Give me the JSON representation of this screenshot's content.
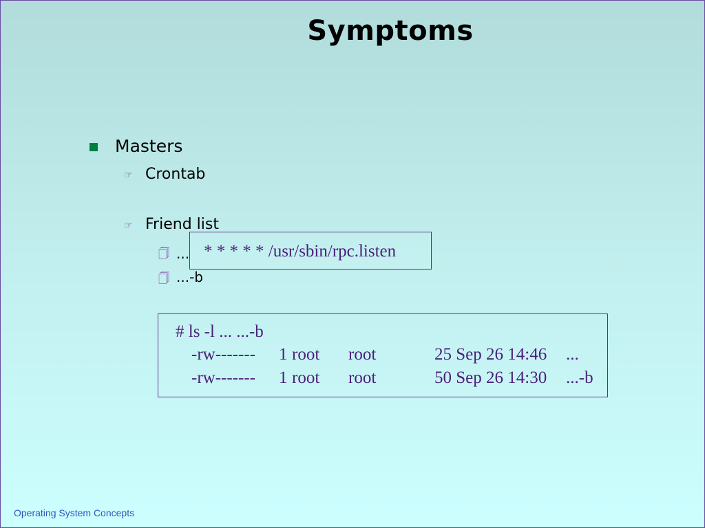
{
  "slide": {
    "title": "Symptoms",
    "bullets": {
      "level1": "Masters",
      "level2_a": "Crontab",
      "level2_b": "Friend list",
      "level3_a": "...",
      "level3_b": "...-b"
    },
    "callout_cron": "* * * * * /usr/sbin/rpc.listen",
    "terminal": {
      "command": "# ls -l ... ...-b",
      "rows": [
        {
          "perms": "-rw-------",
          "links": "1",
          "owner": "root",
          "group": "root",
          "size_date": "25 Sep 26 14:46",
          "name": "..."
        },
        {
          "perms": "-rw-------",
          "links": "1",
          "owner": "root",
          "group": "root",
          "size_date": "50 Sep 26 14:30",
          "name": "...-b"
        }
      ]
    },
    "footer": "Operating System Concepts"
  },
  "colors": {
    "bullet": "#007f3f",
    "callout_text": "#4b1f7a",
    "footer_text": "#3355bb",
    "icon": "#7a2fa0"
  },
  "icons": {
    "level2": "pointing-hand-icon",
    "level3": "notes-icon"
  }
}
